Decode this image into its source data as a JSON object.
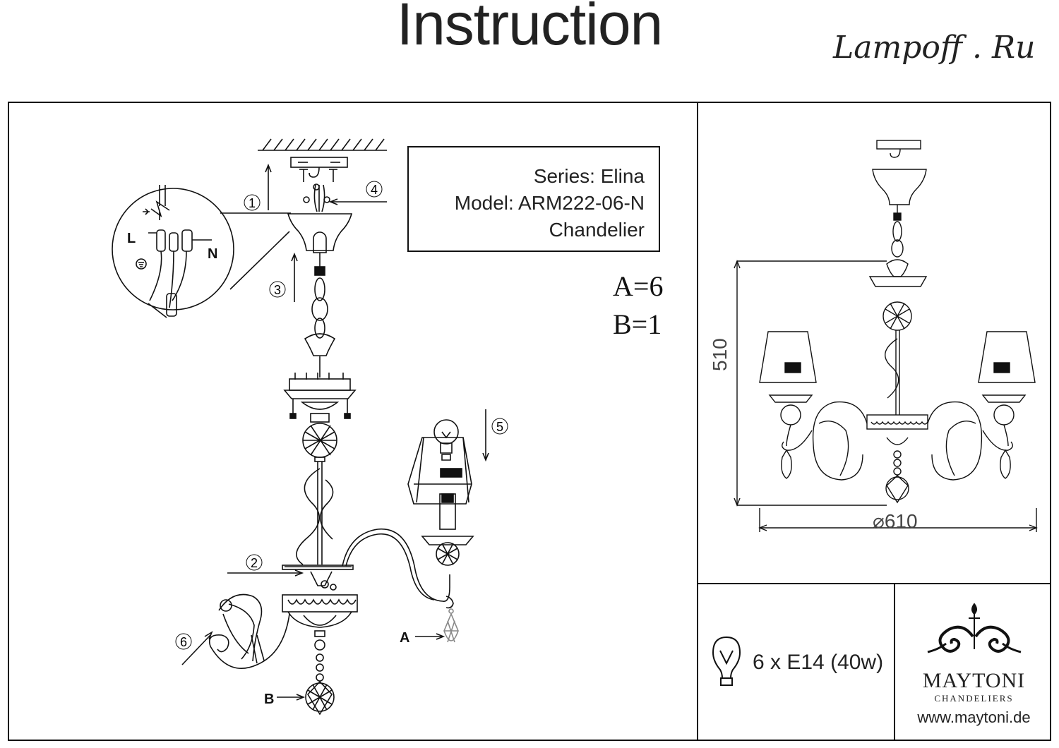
{
  "header": {
    "title": "Instruction",
    "brand": "Lampoff . Ru"
  },
  "info": {
    "series": "Series: Elina",
    "model": "Model: ARM222-06-N",
    "type": "Chandelier"
  },
  "counts": {
    "a": "A=6",
    "b": "B=1"
  },
  "steps": [
    "1",
    "2",
    "3",
    "4",
    "5",
    "6"
  ],
  "parts": {
    "a": "A",
    "b": "B",
    "live": "L",
    "neutral": "N"
  },
  "dimensions": {
    "height": "510",
    "diameter": "⌀610"
  },
  "specs": {
    "bulbs": "6 x E14 (40w)"
  },
  "manufacturer": {
    "name": "MAYTONI",
    "tagline": "CHANDELIERS",
    "website": "www.maytoni.de"
  },
  "icons": [
    "bulb-icon",
    "maytoni-logo",
    "ground-symbol-icon"
  ]
}
